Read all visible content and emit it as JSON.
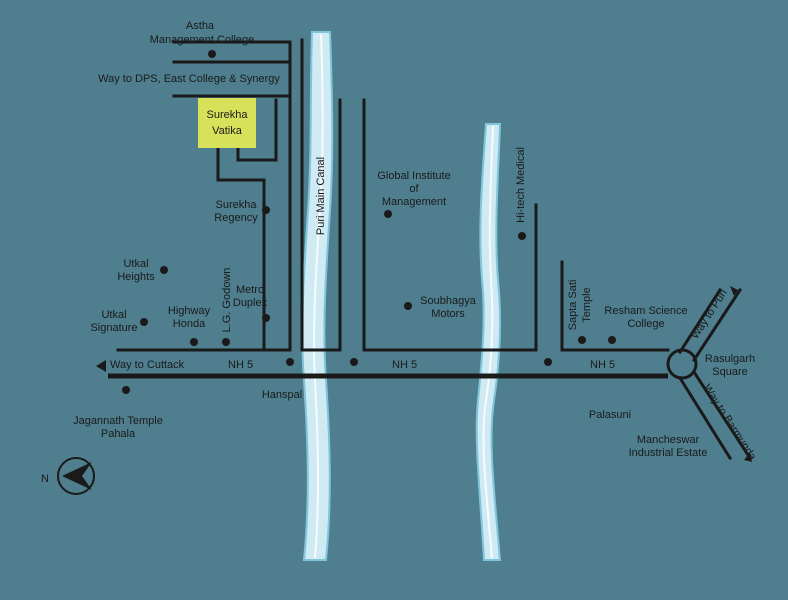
{
  "colors": {
    "background": "#4f7f8e",
    "road": "#1a1a1a",
    "canal": "#cfeaf3",
    "highlight": "#d7e25a"
  },
  "highlight": {
    "line1": "Surekha",
    "line2": "Vatika"
  },
  "places": {
    "astha": [
      "Astha",
      "Management College"
    ],
    "way_dps": "Way to DPS, East College & Synergy",
    "surekha_regency": [
      "Surekha",
      "Regency"
    ],
    "utkal_heights": [
      "Utkal",
      "Heights"
    ],
    "metro_duplex": [
      "Metro",
      "Duplex"
    ],
    "lg_godown": "L.G. Godown",
    "highway_honda": [
      "Highway",
      "Honda"
    ],
    "utkal_signature": [
      "Utkal",
      "Signature"
    ],
    "puri_main_canal": "Puri Main Canal",
    "global_institute": [
      "Global Institute",
      "of",
      "Management"
    ],
    "soubhagya": [
      "Soubhagya",
      "Motors"
    ],
    "hitech_medical": "Hi-tech Medical",
    "sapta_sati": [
      "Sapta Sati",
      "Temple"
    ],
    "resham": [
      "Resham Science",
      "College"
    ],
    "way_cuttack": "Way to Cuttack",
    "nh5": "NH 5",
    "hanspal": "Hanspal",
    "jagannath": [
      "Jagannath Temple",
      "Pahala"
    ],
    "palasuni": "Palasuni",
    "mancheswar": [
      "Mancheswar",
      "Industrial Estate"
    ],
    "rasulgarh": [
      "Rasulgarh",
      "Square"
    ],
    "way_puri": "Way to Puri",
    "way_barmunda": "Way to Barmunda"
  },
  "compass": {
    "label": "N"
  }
}
